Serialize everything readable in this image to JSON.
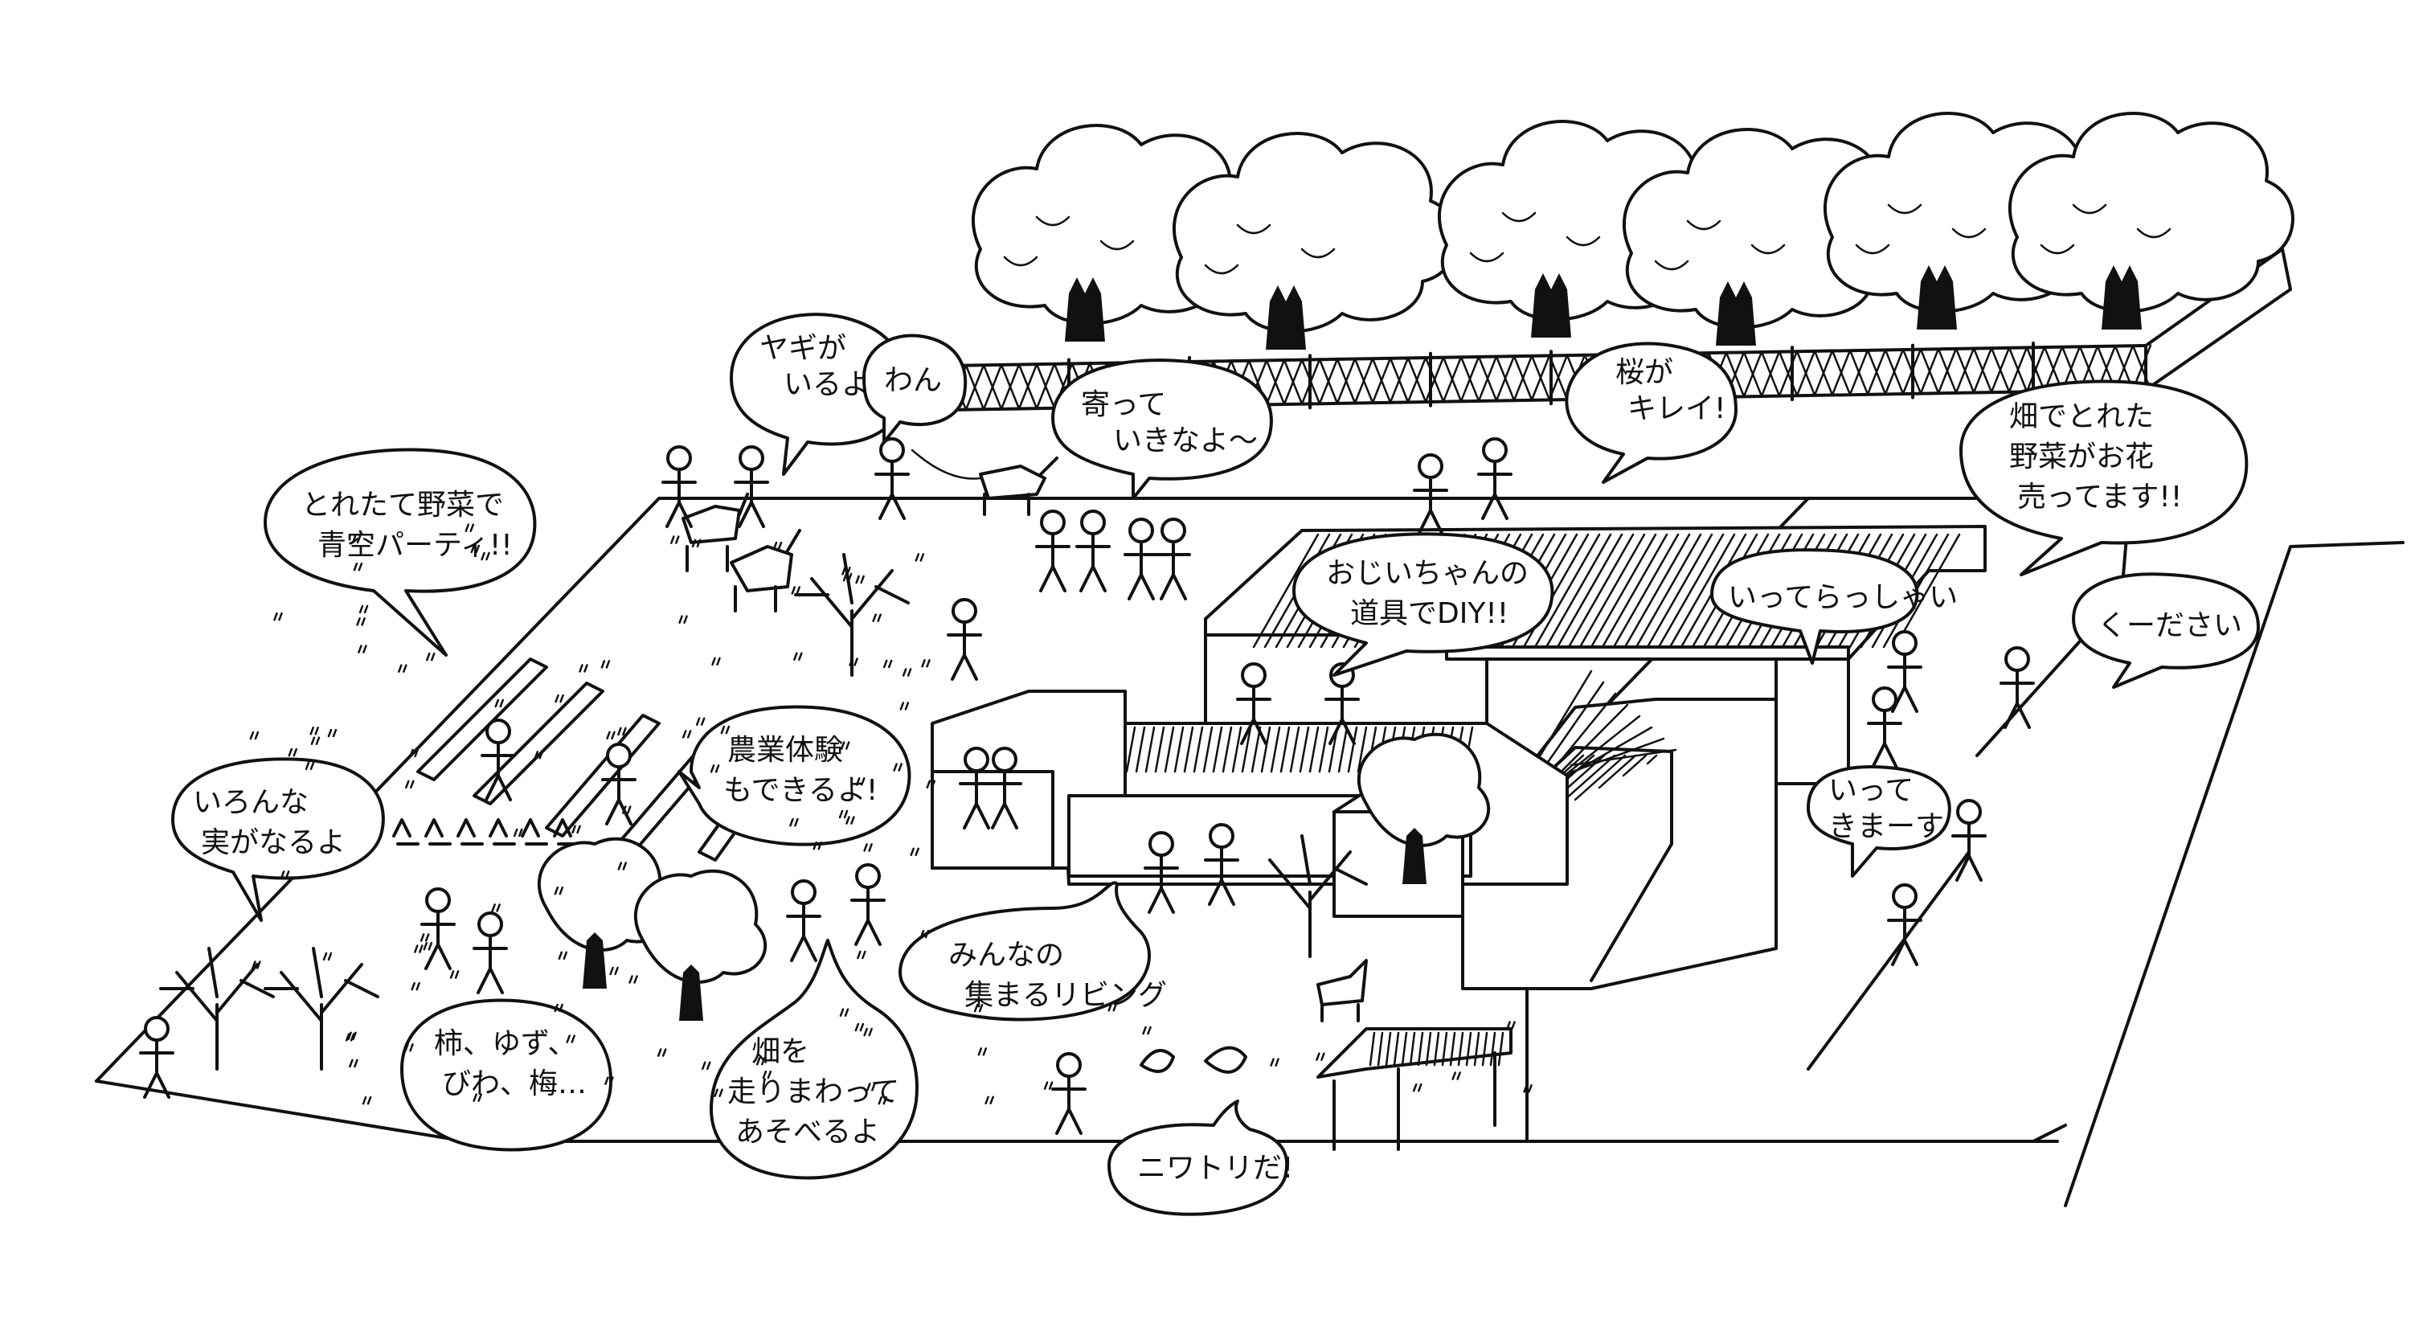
{
  "colors": {
    "ink": "#111111",
    "paper": "#ffffff"
  },
  "bubbles": {
    "goat": [
      "ヤギが",
      "いるよ!"
    ],
    "dog": [
      "わん"
    ],
    "drop_by": [
      "寄って",
      "いきなよ〜"
    ],
    "sakura": [
      "桜が",
      "キレイ!"
    ],
    "vegetables_flowers": [
      "畑でとれた",
      "野菜がお花",
      "売ってます!!"
    ],
    "party": [
      "とれたて野菜で",
      "青空パーティ!!"
    ],
    "diy": [
      "おじいちゃんの",
      "道具でDIY!!"
    ],
    "welcome": [
      "いってらっしゃい"
    ],
    "give_me": [
      "くーださい"
    ],
    "farming": [
      "農業体験",
      "もできるよ!"
    ],
    "fruits": [
      "いろんな",
      "実がなるよ"
    ],
    "going_out": [
      "いって",
      "きまーす"
    ],
    "living": [
      "みんなの",
      "集まるリビング"
    ],
    "fruit_trees": [
      "柿、ゆず、",
      "びわ、梅…"
    ],
    "run_fields": [
      "畑を",
      "走りまわって",
      "あそべるよ"
    ],
    "chicken": [
      "ニワトリだ!"
    ]
  },
  "icons": {
    "trees": "cherry-tree-icon",
    "goat": "goat-icon",
    "dog": "dog-icon",
    "cat": "cat-icon",
    "chicken": "chicken-icon",
    "person": "person-icon",
    "house": "house-icon"
  }
}
